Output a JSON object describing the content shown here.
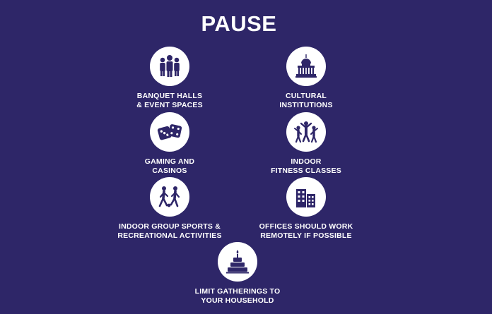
{
  "title": "PAUSE",
  "items": [
    {
      "icon": "group-people-icon",
      "line1": "BANQUET HALLS",
      "line2": "& EVENT SPACES"
    },
    {
      "icon": "capitol-building-icon",
      "line1": "CULTURAL",
      "line2": "INSTITUTIONS"
    },
    {
      "icon": "dice-icon",
      "line1": "GAMING AND",
      "line2": "CASINOS"
    },
    {
      "icon": "fitness-people-icon",
      "line1": "INDOOR",
      "line2": "FITNESS CLASSES"
    },
    {
      "icon": "sports-players-icon",
      "line1": "INDOOR GROUP SPORTS &",
      "line2": "RECREATIONAL ACTIVITIES"
    },
    {
      "icon": "office-buildings-icon",
      "line1": "OFFICES SHOULD WORK",
      "line2": "REMOTELY IF POSSIBLE"
    },
    {
      "icon": "birthday-cake-icon",
      "line1": "LIMIT GATHERINGS TO",
      "line2": "YOUR HOUSEHOLD"
    }
  ],
  "colors": {
    "background": "#2e2668",
    "icon_fill": "#2e2668",
    "circle": "#ffffff",
    "text": "#ffffff"
  }
}
